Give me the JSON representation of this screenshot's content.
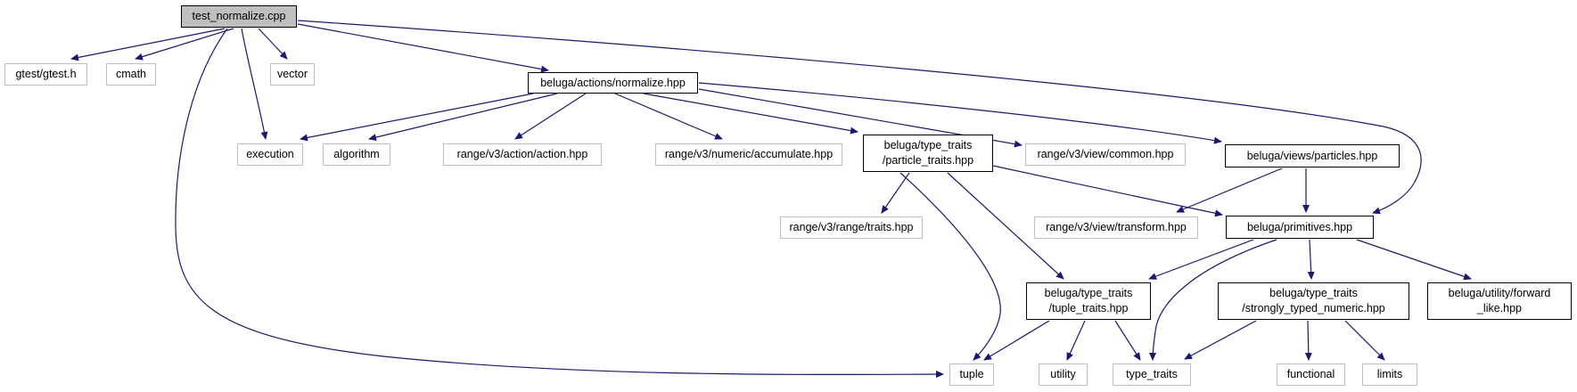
{
  "diagram": {
    "title": "test_normalize.cpp include dependency graph",
    "arrow_color": "#191970",
    "node_border_plain": "#bfbfbf",
    "node_border_linked": "#000000",
    "root_fill": "#bfbfbf",
    "nodes": [
      {
        "id": "test_normalize",
        "label": "test_normalize.cpp",
        "kind": "current"
      },
      {
        "id": "gtest",
        "label": "gtest/gtest.h",
        "kind": "plain"
      },
      {
        "id": "cmath",
        "label": "cmath",
        "kind": "plain"
      },
      {
        "id": "vector",
        "label": "vector",
        "kind": "plain"
      },
      {
        "id": "normalize",
        "label": "beluga/actions/normalize.hpp",
        "kind": "linked"
      },
      {
        "id": "execution",
        "label": "execution",
        "kind": "plain"
      },
      {
        "id": "algorithm",
        "label": "algorithm",
        "kind": "plain"
      },
      {
        "id": "action",
        "label": "range/v3/action/action.hpp",
        "kind": "plain"
      },
      {
        "id": "accumulate",
        "label": "range/v3/numeric/accumulate.hpp",
        "kind": "plain"
      },
      {
        "id": "particle_traits",
        "label": "beluga/type_traits\n/particle_traits.hpp",
        "kind": "linked"
      },
      {
        "id": "common",
        "label": "range/v3/view/common.hpp",
        "kind": "plain"
      },
      {
        "id": "particles",
        "label": "beluga/views/particles.hpp",
        "kind": "linked"
      },
      {
        "id": "traits_hpp",
        "label": "range/v3/range/traits.hpp",
        "kind": "plain"
      },
      {
        "id": "transform",
        "label": "range/v3/view/transform.hpp",
        "kind": "plain"
      },
      {
        "id": "primitives",
        "label": "beluga/primitives.hpp",
        "kind": "linked"
      },
      {
        "id": "tuple_traits",
        "label": "beluga/type_traits\n/tuple_traits.hpp",
        "kind": "linked"
      },
      {
        "id": "strongly",
        "label": "beluga/type_traits\n/strongly_typed_numeric.hpp",
        "kind": "linked"
      },
      {
        "id": "forward",
        "label": "beluga/utility/forward\n_like.hpp",
        "kind": "linked"
      },
      {
        "id": "tuple",
        "label": "tuple",
        "kind": "plain"
      },
      {
        "id": "utility",
        "label": "utility",
        "kind": "plain"
      },
      {
        "id": "type_traits",
        "label": "type_traits",
        "kind": "plain"
      },
      {
        "id": "functional",
        "label": "functional",
        "kind": "plain"
      },
      {
        "id": "limits",
        "label": "limits",
        "kind": "plain"
      }
    ],
    "edges": [
      {
        "from": "test_normalize",
        "to": "gtest"
      },
      {
        "from": "test_normalize",
        "to": "cmath"
      },
      {
        "from": "test_normalize",
        "to": "vector"
      },
      {
        "from": "test_normalize",
        "to": "normalize"
      },
      {
        "from": "test_normalize",
        "to": "execution"
      },
      {
        "from": "test_normalize",
        "to": "tuple"
      },
      {
        "from": "test_normalize",
        "to": "primitives"
      },
      {
        "from": "normalize",
        "to": "execution"
      },
      {
        "from": "normalize",
        "to": "algorithm"
      },
      {
        "from": "normalize",
        "to": "action"
      },
      {
        "from": "normalize",
        "to": "accumulate"
      },
      {
        "from": "normalize",
        "to": "particle_traits"
      },
      {
        "from": "normalize",
        "to": "common"
      },
      {
        "from": "normalize",
        "to": "particles"
      },
      {
        "from": "particle_traits",
        "to": "traits_hpp"
      },
      {
        "from": "particle_traits",
        "to": "tuple_traits"
      },
      {
        "from": "particle_traits",
        "to": "primitives"
      },
      {
        "from": "particle_traits",
        "to": "tuple"
      },
      {
        "from": "particles",
        "to": "transform"
      },
      {
        "from": "particles",
        "to": "primitives"
      },
      {
        "from": "primitives",
        "to": "tuple_traits"
      },
      {
        "from": "primitives",
        "to": "strongly"
      },
      {
        "from": "primitives",
        "to": "forward"
      },
      {
        "from": "primitives",
        "to": "type_traits"
      },
      {
        "from": "tuple_traits",
        "to": "tuple"
      },
      {
        "from": "tuple_traits",
        "to": "utility"
      },
      {
        "from": "tuple_traits",
        "to": "type_traits"
      },
      {
        "from": "strongly",
        "to": "type_traits"
      },
      {
        "from": "strongly",
        "to": "functional"
      },
      {
        "from": "strongly",
        "to": "limits"
      }
    ]
  }
}
